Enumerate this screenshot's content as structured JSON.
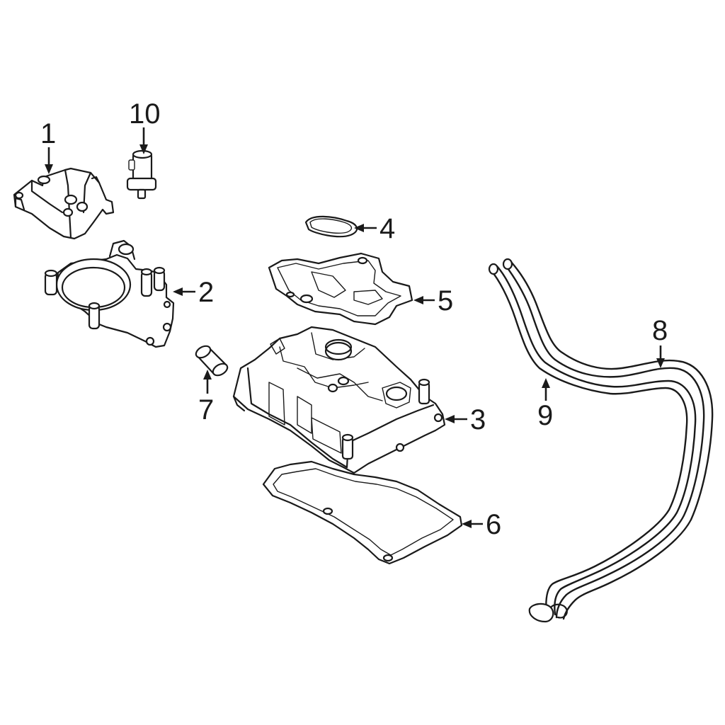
{
  "diagram": {
    "background": "#ffffff",
    "line_color": "#1a1a1a",
    "callouts": {
      "c1": "1",
      "c2": "2",
      "c3": "3",
      "c4": "4",
      "c5": "5",
      "c6": "6",
      "c7": "7",
      "c8": "8",
      "c9": "9",
      "c10": "10"
    }
  }
}
